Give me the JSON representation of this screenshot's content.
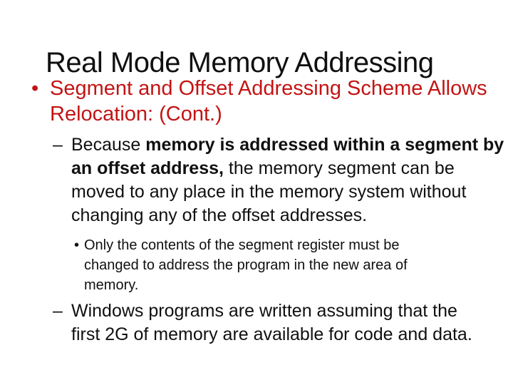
{
  "slide": {
    "background": "#FFFFFF",
    "colors": {
      "accent_red": "#C31414",
      "body_text": "#101010"
    },
    "glyphs": {
      "bullet": "•",
      "dash": "–",
      "sub_bullet": "•"
    },
    "title": "Real Mode Memory Addressing",
    "heading_bullet": {
      "lines": [
        "Segment and Offset Addressing Scheme Allows",
        "Relocation: (Cont.)"
      ]
    },
    "because_item": {
      "line1": {
        "regular": "Because ",
        "bold": "memory is addressed within a segment by"
      },
      "line2": {
        "bold": "an offset address,",
        "regular": " the memory segment can be"
      },
      "line3": "moved to any place in the memory system without",
      "line4": "changing any of the offset addresses."
    },
    "only_item": {
      "lines": [
        "Only the contents of the segment register must be",
        "changed to address the program in the new area of",
        "memory."
      ]
    },
    "windows_item": {
      "lines": [
        "Windows programs are written assuming that the",
        "first 2G of memory are available for code and data."
      ]
    }
  }
}
